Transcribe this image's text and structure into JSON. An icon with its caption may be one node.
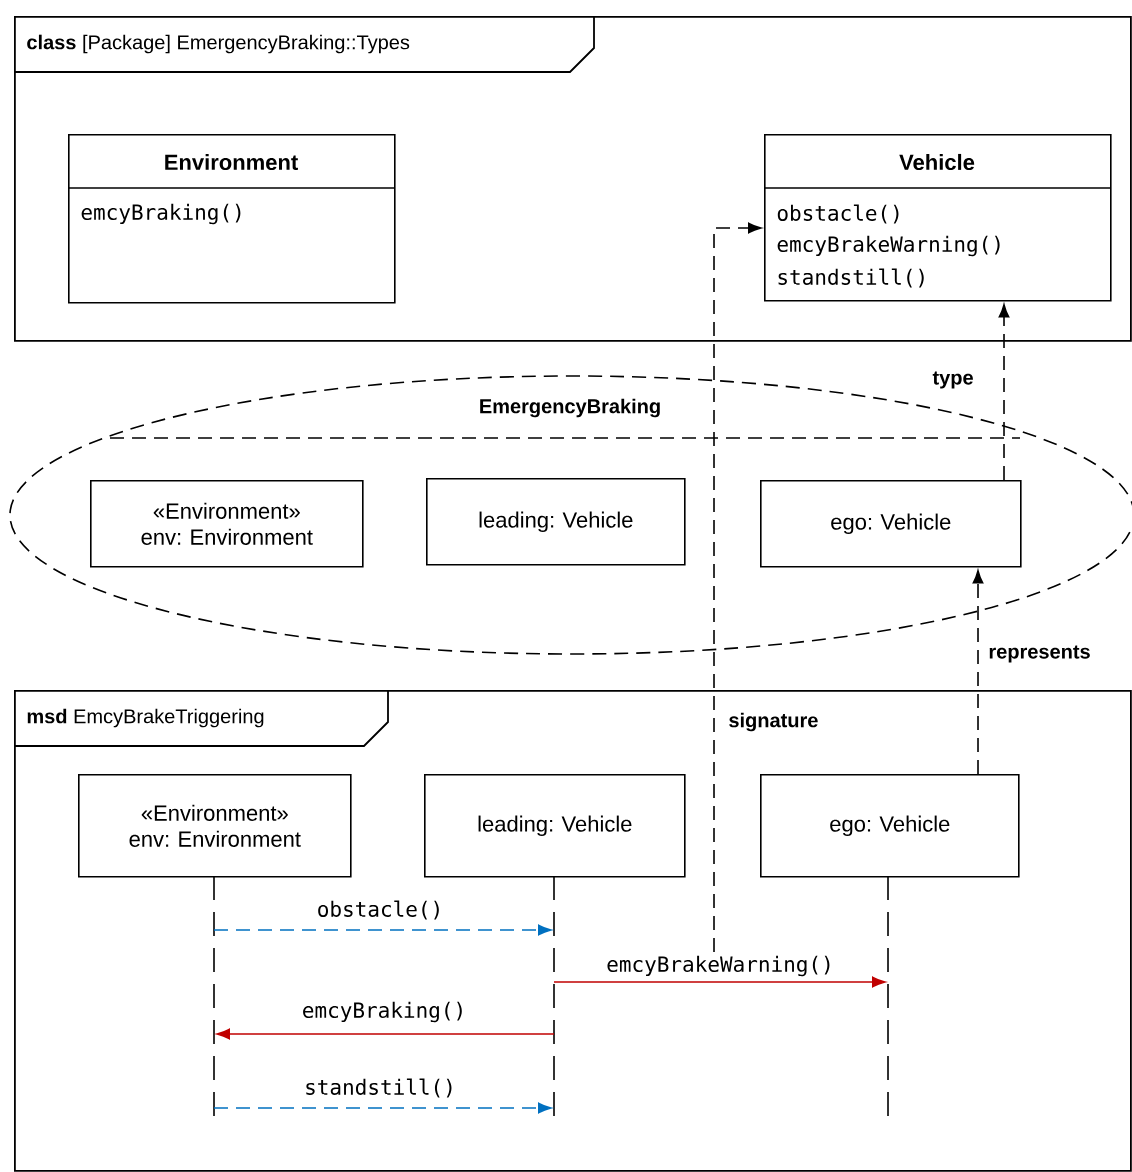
{
  "diagram": {
    "nodes": [
      {
        "text": [
          "**class** [Package] EmergencyBraking::Types"
        ]
      },
      {
        "text": [
          "Environment",
          "emcyBraking()"
        ],
        "in": 0
      },
      {
        "text": [
          "Vehicle",
          "obstacle()",
          "emcyBrakeWarning()",
          "standstill()"
        ],
        "in": 0
      },
      {
        "text": [
          "EmergencyBraking"
        ]
      },
      {
        "text": [
          "«Environment» env: Environment"
        ],
        "in": 3
      },
      {
        "text": [
          "leading: Vehicle"
        ],
        "in": 3
      },
      {
        "text": [
          "ego: Vehicle"
        ],
        "in": 3
      },
      {
        "text": [
          "**msd** EmcyBrakeTriggering"
        ]
      },
      {
        "text": [
          "«Environment» env: Environment"
        ],
        "in": 7
      },
      {
        "text": [
          "leading: Vehicle"
        ],
        "in": 7
      },
      {
        "text": [
          "ego: Vehicle"
        ],
        "in": 7
      },
      {
        "text": [],
        "shape": "line",
        "in": 7
      },
      {
        "text": [],
        "shape": "line",
        "in": 7
      },
      {
        "text": [],
        "shape": "line",
        "in": 7
      }
    ],
    "edges": [
      {
        "from": 11,
        "to": 12,
        "arrow": "to",
        "label": "obstacle()",
        "style": "dashed",
        "color": "#0070c0"
      },
      {
        "from": 12,
        "to": 13,
        "arrow": "to",
        "label": "emcyBrakeWarning()",
        "color": "#c00000"
      },
      {
        "from": 12,
        "to": 11,
        "arrow": "to",
        "label": "emcyBraking()",
        "color": "#c00000"
      },
      {
        "from": 11,
        "to": 12,
        "arrow": "to",
        "label": "standstill()",
        "style": "dashed",
        "color": "#0070c0"
      },
      {
        "from": null,
        "to": 2,
        "arrow": "to",
        "label": "signature",
        "style": "dashed"
      },
      {
        "from": 6,
        "to": 2,
        "arrow": "to",
        "label": "type",
        "style": "dashed"
      },
      {
        "from": 10,
        "to": 6,
        "arrow": "to",
        "label": "represents",
        "style": "dashed"
      }
    ]
  }
}
